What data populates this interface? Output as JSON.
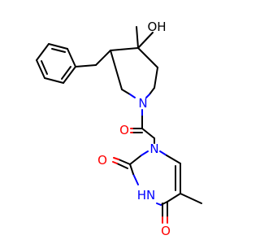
{
  "structure": {
    "labels": {
      "hydroxyl": "OH",
      "piperidine_n": "N",
      "amide_o": "O",
      "pyrimidine_n1": "N",
      "pyrimidine_o2": "O",
      "pyrimidine_nh": "HN",
      "pyrimidine_o4": "O"
    },
    "colors": {
      "carbon_bond": "#000000",
      "nitrogen": "#0000ff",
      "oxygen": "#ff0000",
      "background": "#ffffff"
    }
  }
}
